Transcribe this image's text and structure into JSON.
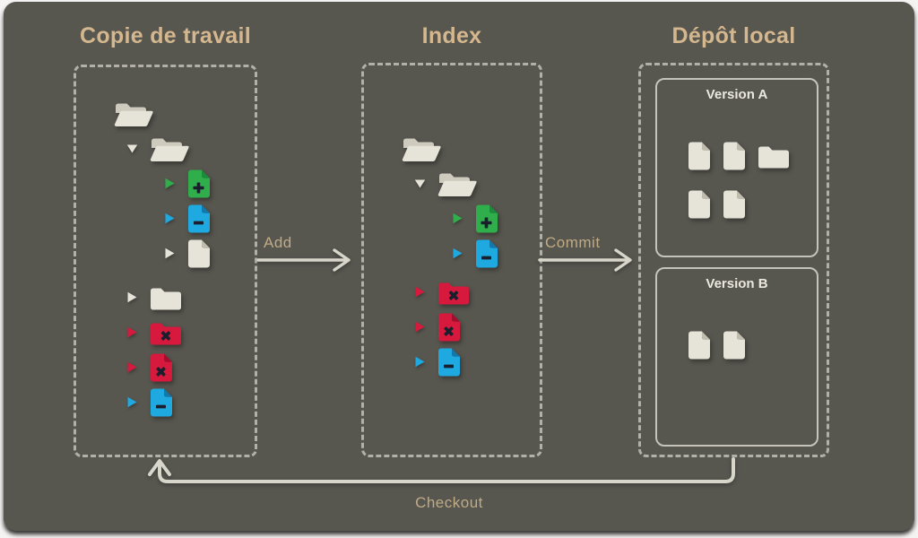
{
  "columns": {
    "working_copy": {
      "title": "Copie de travail",
      "tree": [
        {
          "indent": 0,
          "caret": "none",
          "caret_color": "",
          "icon": "folder-open",
          "color": "neutral",
          "badge": ""
        },
        {
          "indent": 1,
          "caret": "down",
          "caret_color": "neutral",
          "icon": "folder-open",
          "color": "neutral",
          "badge": ""
        },
        {
          "indent": 2,
          "caret": "right",
          "caret_color": "green",
          "icon": "file",
          "color": "green",
          "badge": "plus"
        },
        {
          "indent": 2,
          "caret": "right",
          "caret_color": "blue",
          "icon": "file",
          "color": "blue",
          "badge": "minus"
        },
        {
          "indent": 2,
          "caret": "right",
          "caret_color": "neutral",
          "icon": "file",
          "color": "neutral",
          "badge": ""
        },
        {
          "indent": 1,
          "caret": "right",
          "caret_color": "neutral",
          "icon": "folder",
          "color": "neutral",
          "badge": ""
        },
        {
          "indent": 1,
          "caret": "right",
          "caret_color": "red",
          "icon": "folder",
          "color": "red",
          "badge": "cross"
        },
        {
          "indent": 1,
          "caret": "right",
          "caret_color": "red",
          "icon": "file",
          "color": "red",
          "badge": "cross"
        },
        {
          "indent": 1,
          "caret": "right",
          "caret_color": "blue",
          "icon": "file",
          "color": "blue",
          "badge": "minus"
        }
      ]
    },
    "index": {
      "title": "Index",
      "tree": [
        {
          "indent": 0,
          "caret": "none",
          "caret_color": "",
          "icon": "folder-open",
          "color": "neutral",
          "badge": ""
        },
        {
          "indent": 1,
          "caret": "down",
          "caret_color": "neutral",
          "icon": "folder-open",
          "color": "neutral",
          "badge": ""
        },
        {
          "indent": 2,
          "caret": "right",
          "caret_color": "green",
          "icon": "file",
          "color": "green",
          "badge": "plus"
        },
        {
          "indent": 2,
          "caret": "right",
          "caret_color": "blue",
          "icon": "file",
          "color": "blue",
          "badge": "minus"
        },
        {
          "indent": 1,
          "caret": "right",
          "caret_color": "red",
          "icon": "folder",
          "color": "red",
          "badge": "cross"
        },
        {
          "indent": 1,
          "caret": "right",
          "caret_color": "red",
          "icon": "file",
          "color": "red",
          "badge": "cross"
        },
        {
          "indent": 1,
          "caret": "right",
          "caret_color": "blue",
          "icon": "file",
          "color": "blue",
          "badge": "minus"
        }
      ]
    },
    "local_repo": {
      "title": "Dépôt local",
      "versions": [
        {
          "label": "Version A",
          "rows": [
            [
              "file",
              "file",
              "folder"
            ],
            [
              "file",
              "file"
            ]
          ]
        },
        {
          "label": "Version B",
          "rows": [
            [
              "file",
              "file"
            ]
          ]
        }
      ]
    }
  },
  "arrows": {
    "add": "Add",
    "commit": "Commit",
    "checkout": "Checkout"
  },
  "colors": {
    "background": "#57564f",
    "heading": "#d4b78e",
    "label": "#c0ab85",
    "line": "#d8d5cb",
    "dashed_border": "#b2b0a8",
    "version_border": "#c6c3ba",
    "icon_neutral": "#e6e3d9",
    "icon_green": "#2fae4b",
    "icon_blue": "#1ea9e0",
    "icon_red": "#d6193d",
    "badge": "#1a1f2d"
  }
}
